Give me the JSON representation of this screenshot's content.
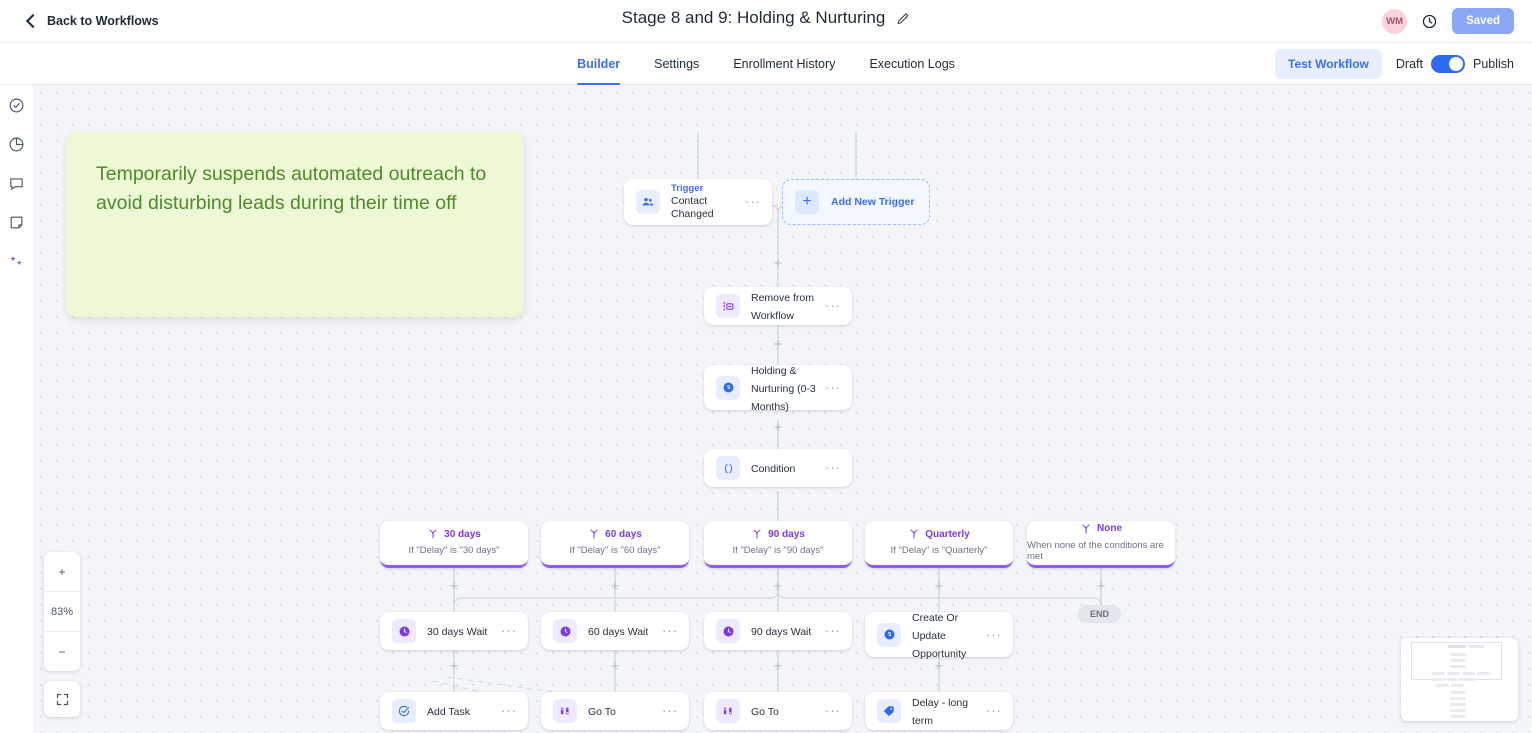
{
  "header": {
    "back_label": "Back to Workflows",
    "back_icon": "chevron-left-icon",
    "title": "Stage 8 and 9: Holding & Nurturing",
    "edit_icon": "pencil-icon",
    "avatar_initials": "WM",
    "avatar_color": "#fad3dd",
    "history_icon": "clock-history-icon",
    "save_status": "Saved",
    "save_color": "#8aa8f5"
  },
  "tabs": [
    {
      "label": "Builder",
      "active": true
    },
    {
      "label": "Settings",
      "active": false
    },
    {
      "label": "Enrollment History",
      "active": false
    },
    {
      "label": "Execution Logs",
      "active": false
    }
  ],
  "tabbar_right": {
    "test_workflow": "Test Workflow",
    "draft_label": "Draft",
    "publish_label": "Publish",
    "toggle_on": true,
    "accent": "#3b6ef3"
  },
  "rail": [
    {
      "name": "checklist-icon"
    },
    {
      "name": "analytics-pie-icon"
    },
    {
      "name": "comment-icon"
    },
    {
      "name": "note-icon"
    },
    {
      "name": "ai-sparkle-icon",
      "active": true
    }
  ],
  "sticky_note": {
    "text": "Temporarily suspends automated outreach to avoid disturbing leads during their time off",
    "bg": "#edf8d4",
    "color": "#4f8a2b"
  },
  "nodes": {
    "trigger": {
      "sub": "Trigger",
      "main": "Contact Changed",
      "icon": "contacts-icon",
      "menu": "···"
    },
    "add_trigger": {
      "label": "Add New Trigger",
      "icon": "plus-icon"
    },
    "remove": {
      "main": "Remove from Workflow",
      "icon": "remove-workflow-icon",
      "menu": "···"
    },
    "holding": {
      "main": "Holding & Nurturing (0-3 Months)",
      "icon": "opportunity-icon",
      "menu": "···"
    },
    "condition": {
      "main": "Condition",
      "icon": "braces-icon",
      "menu": "···"
    }
  },
  "branches": [
    {
      "title": "30 days",
      "condition": "If \"Delay\" is \"30 days\"",
      "icon": "branch-icon"
    },
    {
      "title": "60 days",
      "condition": "If \"Delay\" is \"60 days\"",
      "icon": "branch-icon"
    },
    {
      "title": "90 days",
      "condition": "If \"Delay\" is \"90 days\"",
      "icon": "branch-icon"
    },
    {
      "title": "Quarterly",
      "condition": "If \"Delay\" is \"Quarterly\"",
      "icon": "branch-icon"
    },
    {
      "title": "None",
      "condition": "When none of the conditions are met",
      "icon": "branch-icon"
    }
  ],
  "row_actions": [
    {
      "main": "30 days Wait",
      "icon": "clock-icon",
      "menu": "···"
    },
    {
      "main": "60 days Wait",
      "icon": "clock-icon",
      "menu": "···"
    },
    {
      "main": "90 days Wait",
      "icon": "clock-icon",
      "menu": "···"
    },
    {
      "main": "Create Or Update Opportunity",
      "icon": "opportunity-icon",
      "menu": "···"
    }
  ],
  "row_actions2": [
    {
      "main": "Add Task",
      "icon": "add-task-icon",
      "menu": "···"
    },
    {
      "main": "Go To",
      "icon": "goto-icon",
      "menu": "···"
    },
    {
      "main": "Go To",
      "icon": "goto-icon",
      "menu": "···"
    },
    {
      "main": "Delay - long term",
      "icon": "tag-icon",
      "menu": "···"
    }
  ],
  "end_node": {
    "label": "END"
  },
  "zoom_controls": {
    "zoom_in": "+",
    "zoom_level": "83%",
    "zoom_out": "−",
    "fit_icon": "fit-screen-icon"
  },
  "edge_plus": "+",
  "colors": {
    "canvas_bg": "#f4f5f8",
    "branch_accent": "#8b5cf6",
    "blue_accent": "#3b6ef3"
  }
}
